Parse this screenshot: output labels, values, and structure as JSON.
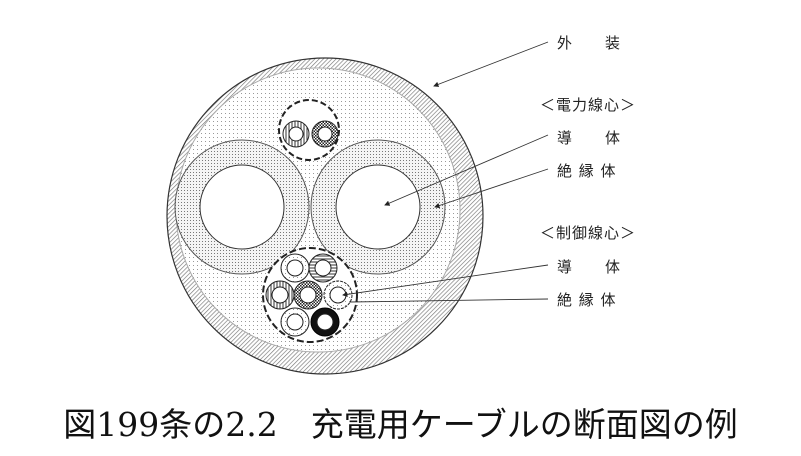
{
  "labels": {
    "sheath": "外　　装",
    "power_core_heading": "＜電力線心＞",
    "power_conductor": "導　　体",
    "power_insulation": "絶 縁 体",
    "control_core_heading": "＜制御線心＞",
    "control_conductor": "導　　体",
    "control_insulation": "絶 縁 体"
  },
  "caption": "図199条の2.2　充電用ケーブルの断面図の例"
}
